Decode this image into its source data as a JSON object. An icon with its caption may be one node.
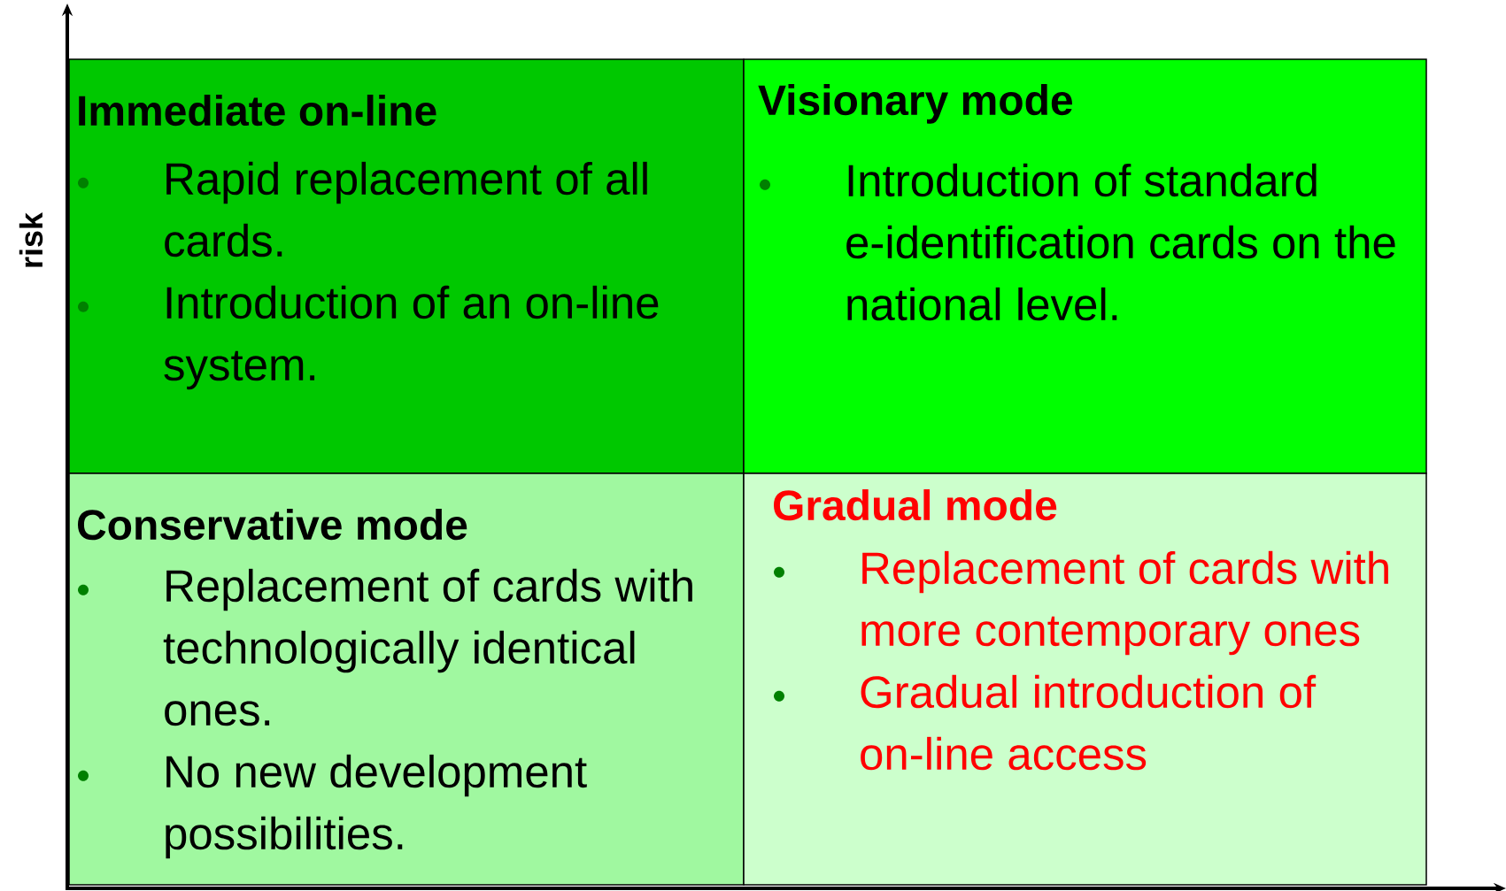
{
  "diagram": {
    "nodes": [
      {
        "text": [
          "Immediate on-line",
          "Rapid replacement of all cards.",
          "Introduction of an on-line system."
        ]
      },
      {
        "text": [
          "Visionary mode",
          "Introduction of standard e-identification cards on the national level."
        ]
      },
      {
        "text": [
          "Conservative mode",
          "Replacement of cards with technologically identical ones.",
          "No new development possibilities."
        ]
      },
      {
        "text": [
          "Gradual mode",
          "Replacement of cards with more contemporary ones",
          "Gradual introduction of on-line access"
        ]
      }
    ],
    "labels": [
      "risk"
    ]
  }
}
